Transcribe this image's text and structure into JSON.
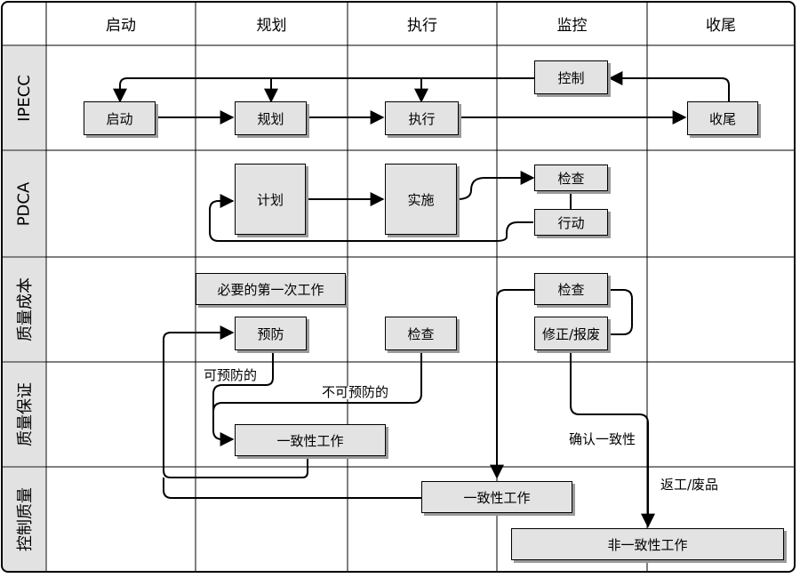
{
  "columns": [
    "启动",
    "规划",
    "执行",
    "监控",
    "收尾"
  ],
  "rows": [
    "IPECC",
    "PDCA",
    "质量成本",
    "质量保证",
    "控制质量"
  ],
  "ipecc": {
    "control": "控制",
    "initiate": "启动",
    "plan": "规划",
    "execute": "执行",
    "close": "收尾"
  },
  "pdca": {
    "plan": "计划",
    "do": "实施",
    "check": "检查",
    "act": "行动"
  },
  "cost": {
    "first_work": "必要的第一次工作",
    "prevention": "预防",
    "inspection": "检查",
    "check": "检查",
    "rework": "修正/报废"
  },
  "assurance": {
    "preventable": "可预防的",
    "not_preventable": "不可预防的",
    "conformance_work": "一致性工作",
    "confirm": "确认一致性"
  },
  "control": {
    "conformance_work": "一致性工作",
    "rework_label": "返工/废品",
    "nonconformance_work": "非一致性工作"
  }
}
